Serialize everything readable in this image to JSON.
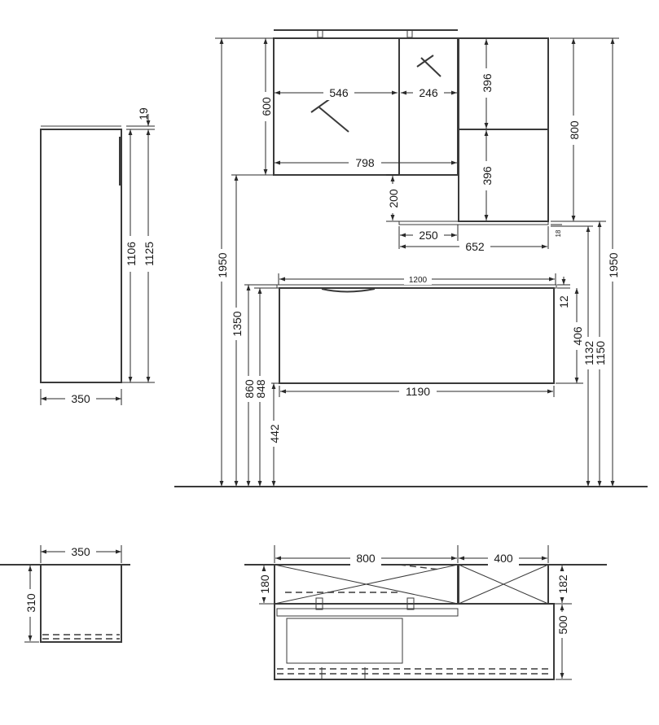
{
  "side_view": {
    "top_thickness": "19",
    "body_height": "1106",
    "total_height": "1125",
    "width": "350"
  },
  "front_view": {
    "total_height_left": "1950",
    "total_height_right": "1950",
    "mirror_cabinet": {
      "height": "600",
      "left_door_width": "546",
      "right_door_width": "246",
      "total_width": "798",
      "gap_below": "200"
    },
    "shelf_unit": {
      "compartment_top": "396",
      "compartment_bottom": "396",
      "height": "800",
      "shelf_thickness": "18",
      "left_offset": "250",
      "width": "652"
    },
    "vanity": {
      "top_width": "1200",
      "top_thickness": "12",
      "body_height": "406",
      "body_width": "1190",
      "height_to_top_top": "860",
      "height_to_top_bottom": "848",
      "floor_clearance": "442",
      "mirror_bottom_height": "1350",
      "shelf_bottom_height_1": "1132",
      "shelf_bottom_height_2": "1150"
    }
  },
  "plan_side": {
    "width": "350",
    "depth": "310"
  },
  "plan_top": {
    "left_width": "800",
    "right_width": "400",
    "left_depth": "180",
    "right_depth": "182",
    "vanity_depth": "500"
  }
}
